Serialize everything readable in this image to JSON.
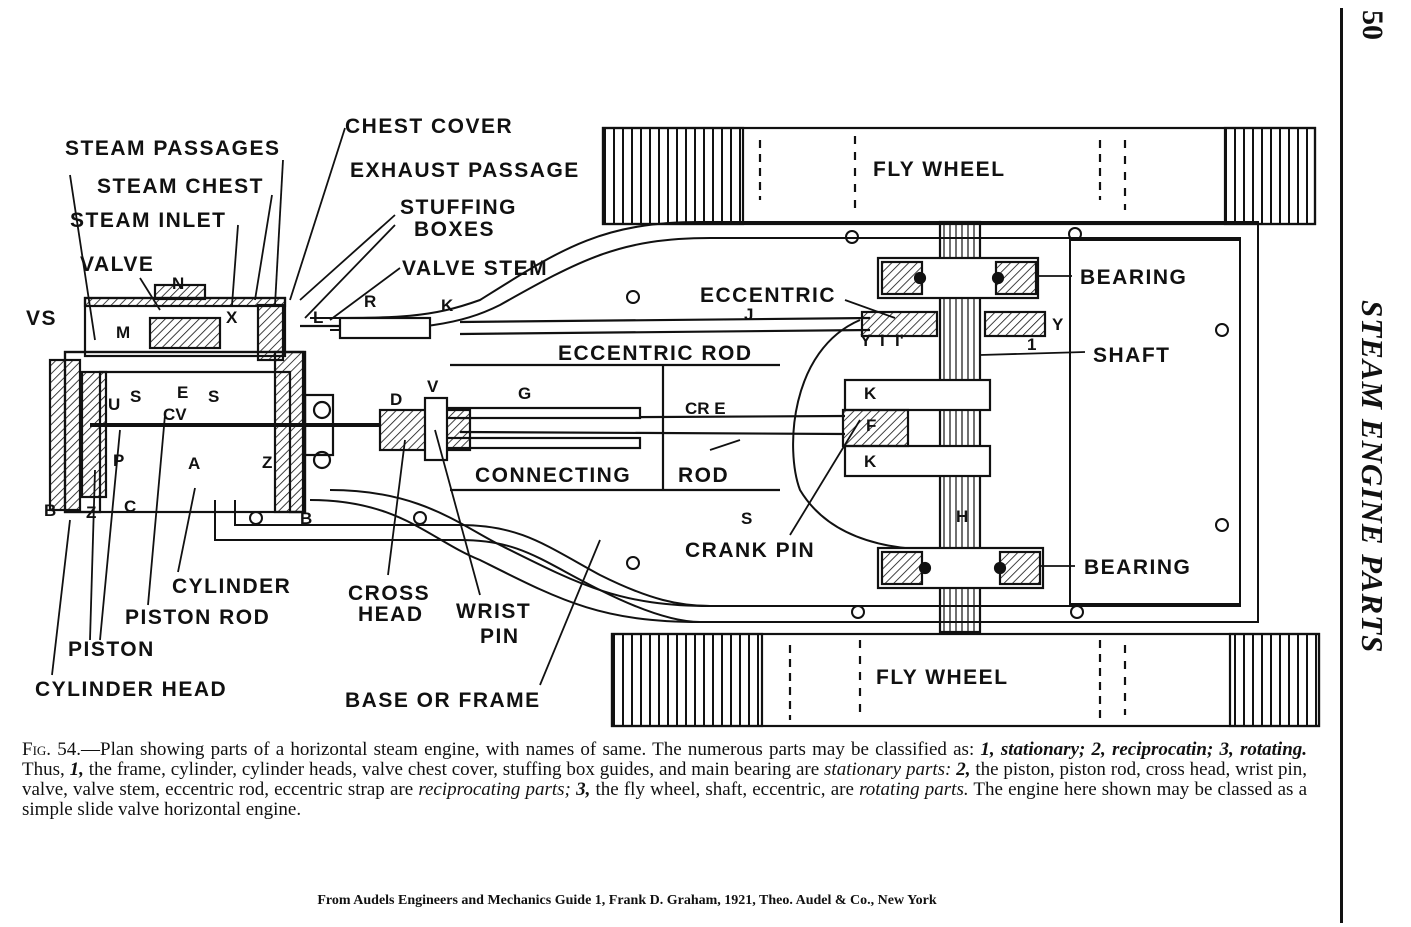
{
  "page_number": "50",
  "running_head": "STEAM ENGINE PARTS",
  "figure": {
    "callouts": {
      "steam_passages": "STEAM PASSAGES",
      "chest_cover": "CHEST COVER",
      "steam_chest": "STEAM CHEST",
      "exhaust_passage": "EXHAUST PASSAGE",
      "steam_inlet": "STEAM INLET",
      "stuffing_boxes_1": "STUFFING",
      "stuffing_boxes_2": "BOXES",
      "valve": "VALVE",
      "valve_stem": "VALVE STEM",
      "vs": "VS",
      "eccentric": "ECCENTRIC",
      "eccentric_rod": "ECCENTRIC ROD",
      "bearing_top": "BEARING",
      "shaft": "SHAFT",
      "fly_wheel_top": "FLY WHEEL",
      "fly_wheel_bottom": "FLY WHEEL",
      "connecting": "CONNECTING",
      "rod": "ROD",
      "crank_pin": "CRANK PIN",
      "bearing_bottom": "BEARING",
      "cylinder": "CYLINDER",
      "piston_rod": "PISTON ROD",
      "piston": "PISTON",
      "cylinder_head": "CYLINDER HEAD",
      "cross_head_1": "CROSS",
      "cross_head_2": "HEAD",
      "wrist_pin_1": "WRIST",
      "wrist_pin_2": "PIN",
      "base_or_frame": "BASE OR FRAME"
    },
    "letters": {
      "N": "N",
      "M": "M",
      "X": "X",
      "L": "L",
      "R": "R",
      "K1": "K",
      "J": "J",
      "U": "U",
      "S1": "S",
      "E": "E",
      "S2": "S",
      "CV": "CV",
      "P": "P",
      "A": "A",
      "Z1": "Z",
      "D": "D",
      "V2": "V",
      "G": "G",
      "CRE": "CR E",
      "K2": "K",
      "K3": "K",
      "F": "F",
      "H": "H",
      "S3": "S",
      "B1": "B",
      "Z2": "Z",
      "C": "C",
      "B2": "B",
      "Y1": "Y",
      "I1": "I",
      "Y2": "Y",
      "I2": "I'",
      "ONE": "1"
    }
  },
  "caption": {
    "fig_label": "Fig. 54.",
    "text_1": "—Plan showing parts of a horizontal steam engine, with names of same.  The numerous parts may be classified as: ",
    "n1": "1, stationary; ",
    "n2": "2, reciprocatin",
    "n3": "; 3, rotating.",
    "text_2": "  Thus, ",
    "n4": "1,",
    "text_3": " the frame, cylinder, cylinder heads, valve chest cover, stuffing box guides, and main bearing are ",
    "i1": "stationary parts: ",
    "n5": "2,",
    "text_4": " the piston, piston rod, cross head, wrist pin, valve, valve stem, eccentric rod, eccentric strap are ",
    "i2": "reciprocating parts; ",
    "n6": "3,",
    "text_5": " the fly wheel, shaft, eccentric, are ",
    "i3": "rotating parts.",
    "text_6": "  The engine here shown may be classed as a simple slide valve horizontal engine."
  },
  "credit": "From Audels Engineers and Mechanics Guide 1, Frank D. Graham, 1921, Theo. Audel & Co., New York"
}
